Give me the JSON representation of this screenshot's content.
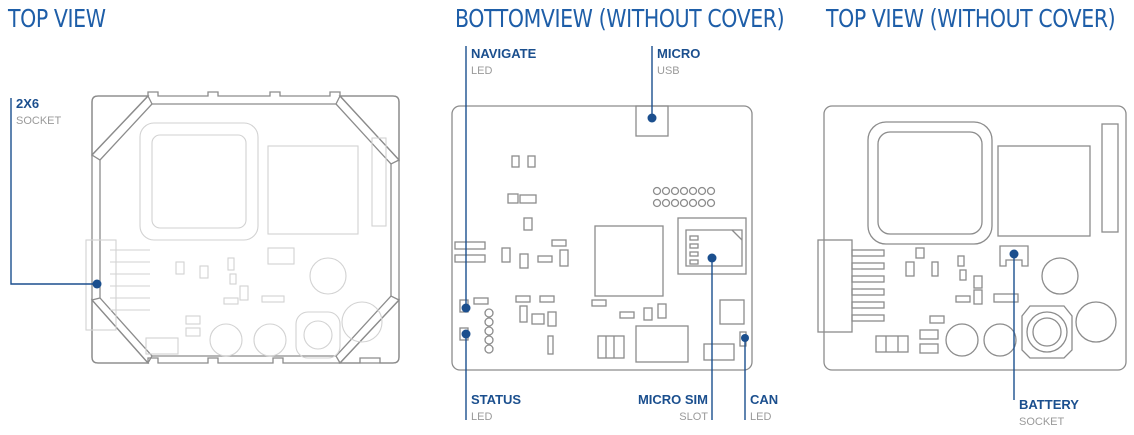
{
  "views": {
    "top": {
      "title": "TOP VIEW"
    },
    "bottom": {
      "title": "BOTTOMVIEW (WITHOUT COVER)"
    },
    "top_no_cover": {
      "title": "TOP VIEW (WITHOUT COVER)"
    }
  },
  "callouts": {
    "socket_2x6": {
      "title": "2X6",
      "sub": "SOCKET"
    },
    "navigate_led": {
      "title": "NAVIGATE",
      "sub": "LED"
    },
    "micro_usb": {
      "title": "MICRO",
      "sub": "USB"
    },
    "status_led": {
      "title": "STATUS",
      "sub": "LED"
    },
    "micro_sim": {
      "title": "MICRO SIM",
      "sub": "SLOT"
    },
    "can_led": {
      "title": "CAN",
      "sub": "LED"
    },
    "battery_socket": {
      "title": "BATTERY",
      "sub": "SOCKET"
    }
  },
  "colors": {
    "accent": "#1b4f8e",
    "outline": "#8c8c8c",
    "faint_outline": "#d2d2d2",
    "sub_label": "#9a9a9a"
  }
}
